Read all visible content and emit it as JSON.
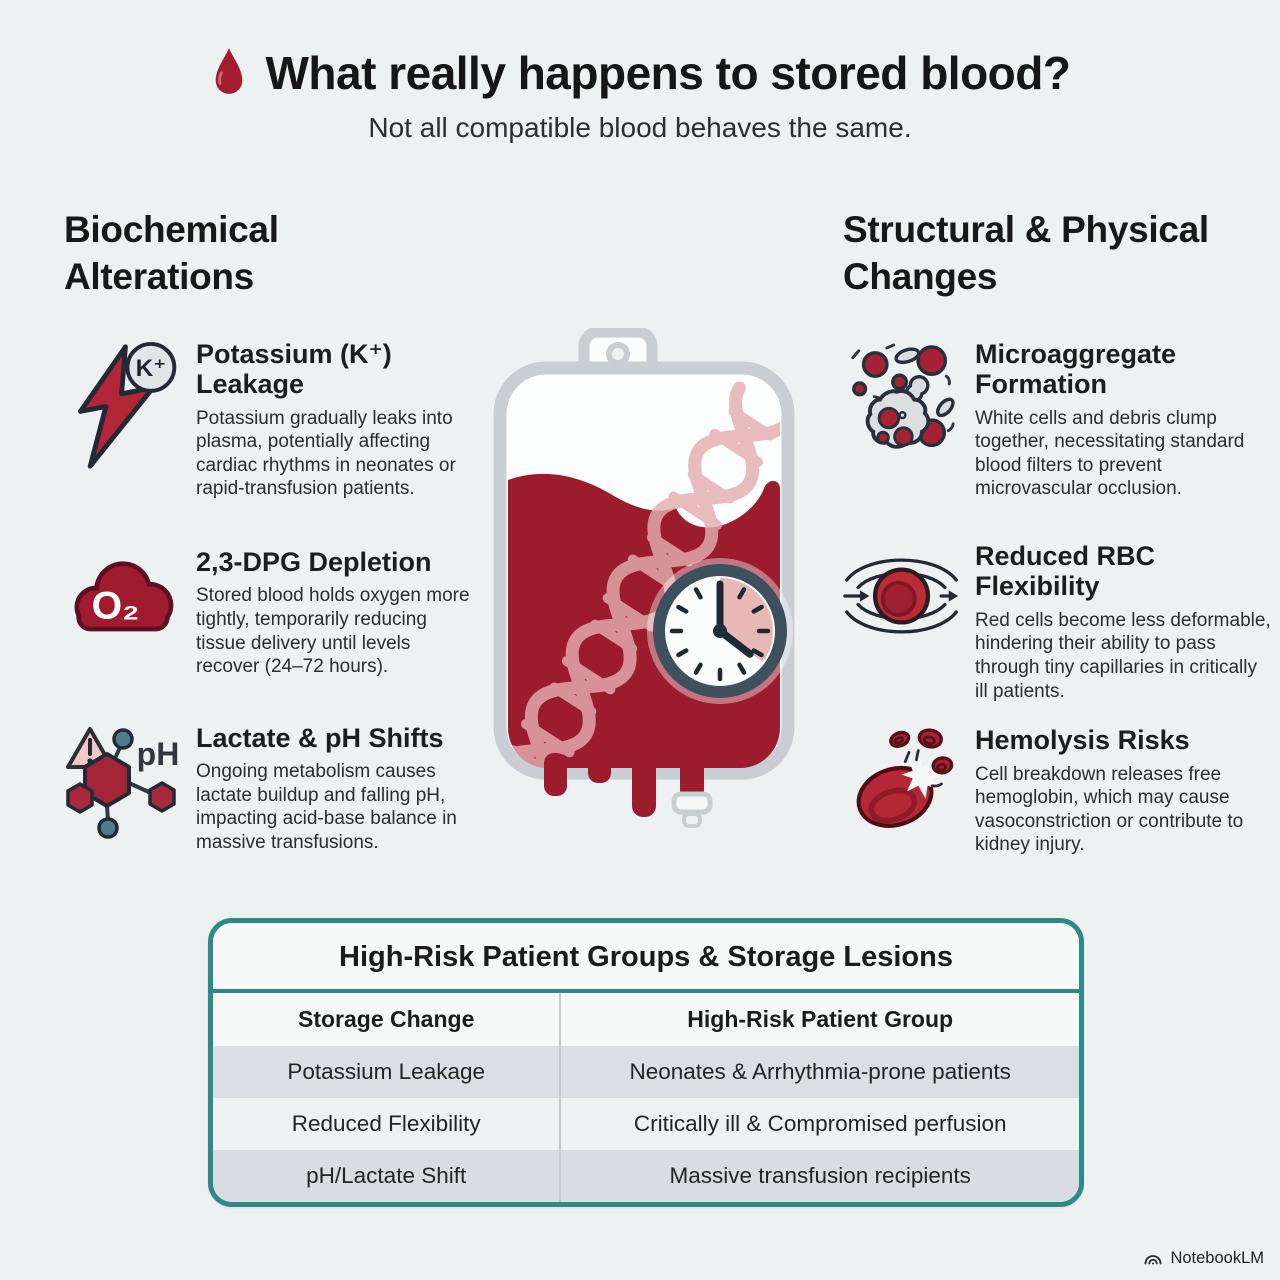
{
  "header": {
    "title": "What really happens to stored blood?",
    "subtitle": "Not all compatible blood behaves the same."
  },
  "biochemical": {
    "heading": "Biochemical Alterations",
    "items": [
      {
        "icon": "lightning-k-icon",
        "icon_label": "K⁺",
        "title": "Potassium (K⁺) Leakage",
        "body": "Potassium gradually leaks into plasma, potentially affecting cardiac rhythms in neonates or rapid-transfusion patients."
      },
      {
        "icon": "o2-cloud-icon",
        "icon_label": "O₂",
        "title": "2,3-DPG Depletion",
        "body": "Stored blood holds oxygen more tightly, temporarily reducing tissue delivery until levels recover (24–72 hours)."
      },
      {
        "icon": "ph-molecule-icon",
        "icon_label": "pH",
        "title": "Lactate & pH Shifts",
        "body": "Ongoing metabolism causes lactate buildup and falling pH, impacting acid-base balance in massive transfusions."
      }
    ]
  },
  "structural": {
    "heading": "Structural & Physical Changes",
    "items": [
      {
        "icon": "microaggregate-cells-icon",
        "title": "Microaggregate Formation",
        "body": "White cells and debris clump together, necessitating standard blood filters to prevent microvascular occlusion."
      },
      {
        "icon": "rbc-flexibility-icon",
        "title": "Reduced RBC Flexibility",
        "body": "Red cells become less deformable, hindering their ability to pass through tiny capillaries in critically ill patients."
      },
      {
        "icon": "hemolysis-cell-icon",
        "title": "Hemolysis Risks",
        "body": "Cell breakdown releases free hemoglobin, which may cause vasoconstriction or contribute to kidney injury."
      }
    ]
  },
  "table": {
    "title": "High-Risk Patient Groups & Storage Lesions",
    "columns": [
      "Storage Change",
      "High-Risk Patient Group"
    ],
    "rows": [
      [
        "Potassium Leakage",
        "Neonates & Arrhythmia-prone patients"
      ],
      [
        "Reduced Flexibility",
        "Critically ill & Compromised perfusion"
      ],
      [
        "pH/Lactate Shift",
        "Massive transfusion recipients"
      ]
    ]
  },
  "footer": {
    "watermark": "NotebookLM"
  },
  "colors": {
    "accent_red": "#a31c30",
    "blood_dark": "#9c1b2d",
    "teal_border": "#2d8a88",
    "ink": "#1c1c1c",
    "bag_gray": "#c9ced3",
    "clock_rim": "#3c515d",
    "pink_dna": "#e3aeae"
  }
}
